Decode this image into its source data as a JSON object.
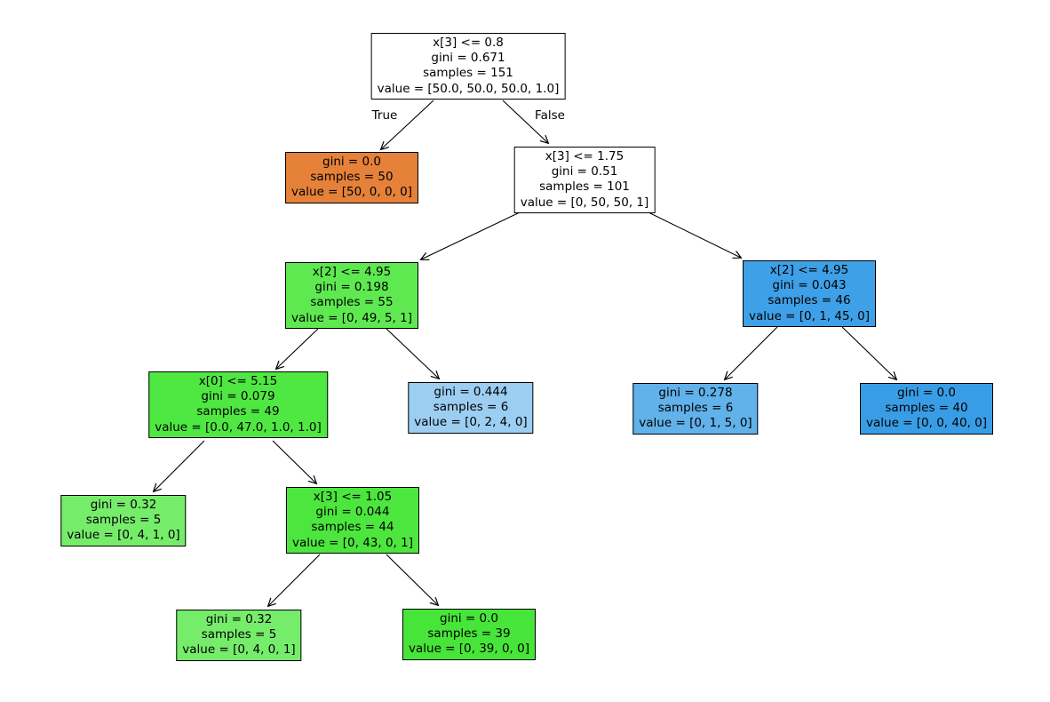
{
  "figure": {
    "background": "#ffffff",
    "border_color": "#000000"
  },
  "edge_labels": {
    "true_label": "True",
    "false_label": "False"
  },
  "nodes": [
    {
      "condition": "x[3] <= 0.8",
      "gini": "gini = 0.671",
      "samples": "samples = 151",
      "value": "value = [50.0, 50.0, 50.0, 1.0]",
      "color": "#ffffff"
    },
    {
      "gini": "gini = 0.0",
      "samples": "samples = 50",
      "value": "value = [50, 0, 0, 0]",
      "color": "#e58139"
    },
    {
      "condition": "x[3] <= 1.75",
      "gini": "gini = 0.51",
      "samples": "samples = 101",
      "value": "value = [0, 50, 50, 1]",
      "color": "#ffffff"
    },
    {
      "condition": "x[2] <= 4.95",
      "gini": "gini = 0.198",
      "samples": "samples = 55",
      "value": "value = [0, 49, 5, 1]",
      "color": "#5ee951"
    },
    {
      "condition": "x[2] <= 4.95",
      "gini": "gini = 0.043",
      "samples": "samples = 46",
      "value": "value = [0, 1, 45, 0]",
      "color": "#3ea0e6"
    },
    {
      "condition": "x[0] <= 5.15",
      "gini": "gini = 0.079",
      "samples": "samples = 49",
      "value": "value = [0.0, 47.0, 1.0, 1.0]",
      "color": "#4fe742"
    },
    {
      "gini": "gini = 0.444",
      "samples": "samples = 6",
      "value": "value = [0, 2, 4, 0]",
      "color": "#9ccef2"
    },
    {
      "gini": "gini = 0.278",
      "samples": "samples = 6",
      "value": "value = [0, 1, 5, 0]",
      "color": "#61b1ea"
    },
    {
      "gini": "gini = 0.0",
      "samples": "samples = 40",
      "value": "value = [0, 0, 40, 0]",
      "color": "#399de5"
    },
    {
      "gini": "gini = 0.32",
      "samples": "samples = 5",
      "value": "value = [0, 4, 1, 0]",
      "color": "#76ec6b"
    },
    {
      "condition": "x[3] <= 1.05",
      "gini": "gini = 0.044",
      "samples": "samples = 44",
      "value": "value = [0, 43, 0, 1]",
      "color": "#4ce63e"
    },
    {
      "gini": "gini = 0.32",
      "samples": "samples = 5",
      "value": "value = [0, 4, 0, 1]",
      "color": "#76ec6b"
    },
    {
      "gini": "gini = 0.0",
      "samples": "samples = 39",
      "value": "value = [0, 39, 0, 0]",
      "color": "#47e539"
    }
  ]
}
